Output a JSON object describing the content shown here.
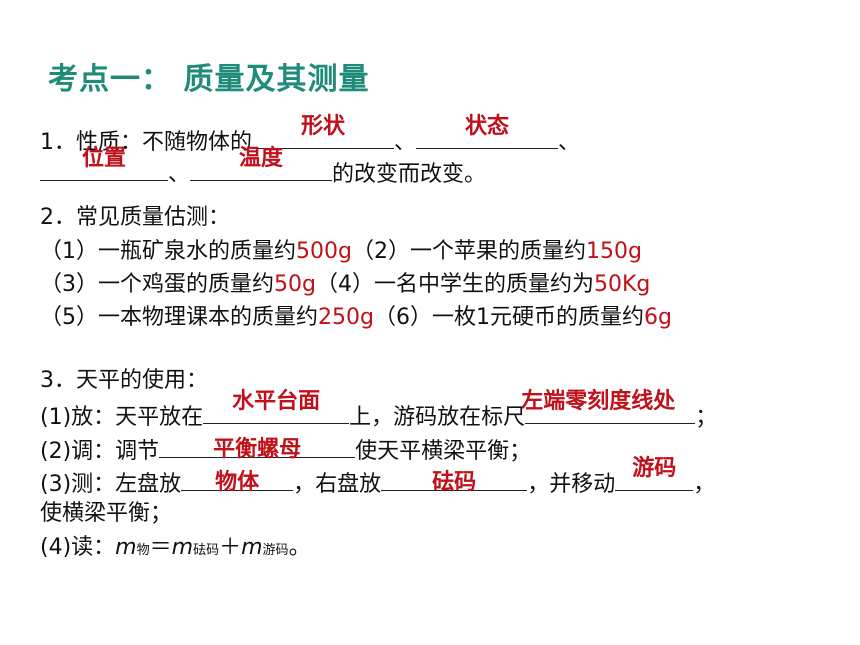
{
  "title": "考点一：  质量及其测量",
  "section1": {
    "prefix": "1．性质：不随物体的",
    "sep1": "、",
    "sep2": "、",
    "sep3": "、",
    "suffix": "的改变而改变。",
    "answers": [
      "形状",
      "状态",
      "位置",
      "温度"
    ]
  },
  "section2": {
    "heading": "2．常见质量估测：",
    "items": [
      {
        "label": "（1）一瓶矿泉水的质量约",
        "value": "500g"
      },
      {
        "label": "（2）一个苹果的质量约",
        "value": "150g"
      },
      {
        "label": "（3）一个鸡蛋的质量约",
        "value": "50g"
      },
      {
        "label": "（4）一名中学生的质量约为",
        "value": "50Kg"
      },
      {
        "label": "（5）一本物理课本的质量约",
        "value": "250g"
      },
      {
        "label": "（6）一枚1元硬币的质量约",
        "value": "6g"
      }
    ]
  },
  "section3": {
    "heading": "3．天平的使用：",
    "fang_prefix": "(1)放：天平放在",
    "fang_mid": "上，游码放在标尺",
    "fang_end": "；",
    "fang_answers": [
      "水平台面",
      "左端零刻度线处"
    ],
    "tiao_prefix": "(2)调：调节",
    "tiao_suffix": "使天平横梁平衡；",
    "tiao_answer": "平衡螺母",
    "ce_prefix": "(3)测：左盘放",
    "ce_mid1": "，右盘放",
    "ce_mid2": "，并移动",
    "ce_end": "，",
    "ce_answers": [
      "物体",
      "砝码",
      "游码"
    ],
    "ce_line2": "使横梁平衡；",
    "du_prefix": "(4)读：",
    "du_m": "m",
    "du_sub1": "物",
    "du_eq": "＝",
    "du_sub2": "砝码",
    "du_plus": "＋",
    "du_sub3": "游码",
    "du_end": "。"
  }
}
